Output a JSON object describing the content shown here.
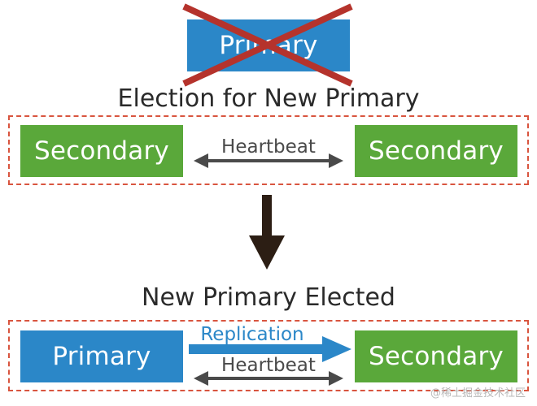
{
  "top": {
    "old_primary_label": "Primary",
    "heading": "Election for New Primary"
  },
  "election_group": {
    "left_node": "Secondary",
    "right_node": "Secondary",
    "edge_label": "Heartbeat"
  },
  "result": {
    "heading": "New Primary Elected"
  },
  "elected_group": {
    "left_node": "Primary",
    "right_node": "Secondary",
    "replication_label": "Replication",
    "heartbeat_label": "Heartbeat"
  },
  "watermark": "@稀土掘金技术社区",
  "colors": {
    "primary_blue": "#2b87c8",
    "secondary_green": "#5aa83a",
    "cross_red": "#b5332c",
    "dashed_frame": "#d9553f",
    "arrow_gray": "#4a4a4a",
    "down_arrow": "#2c1e14"
  }
}
